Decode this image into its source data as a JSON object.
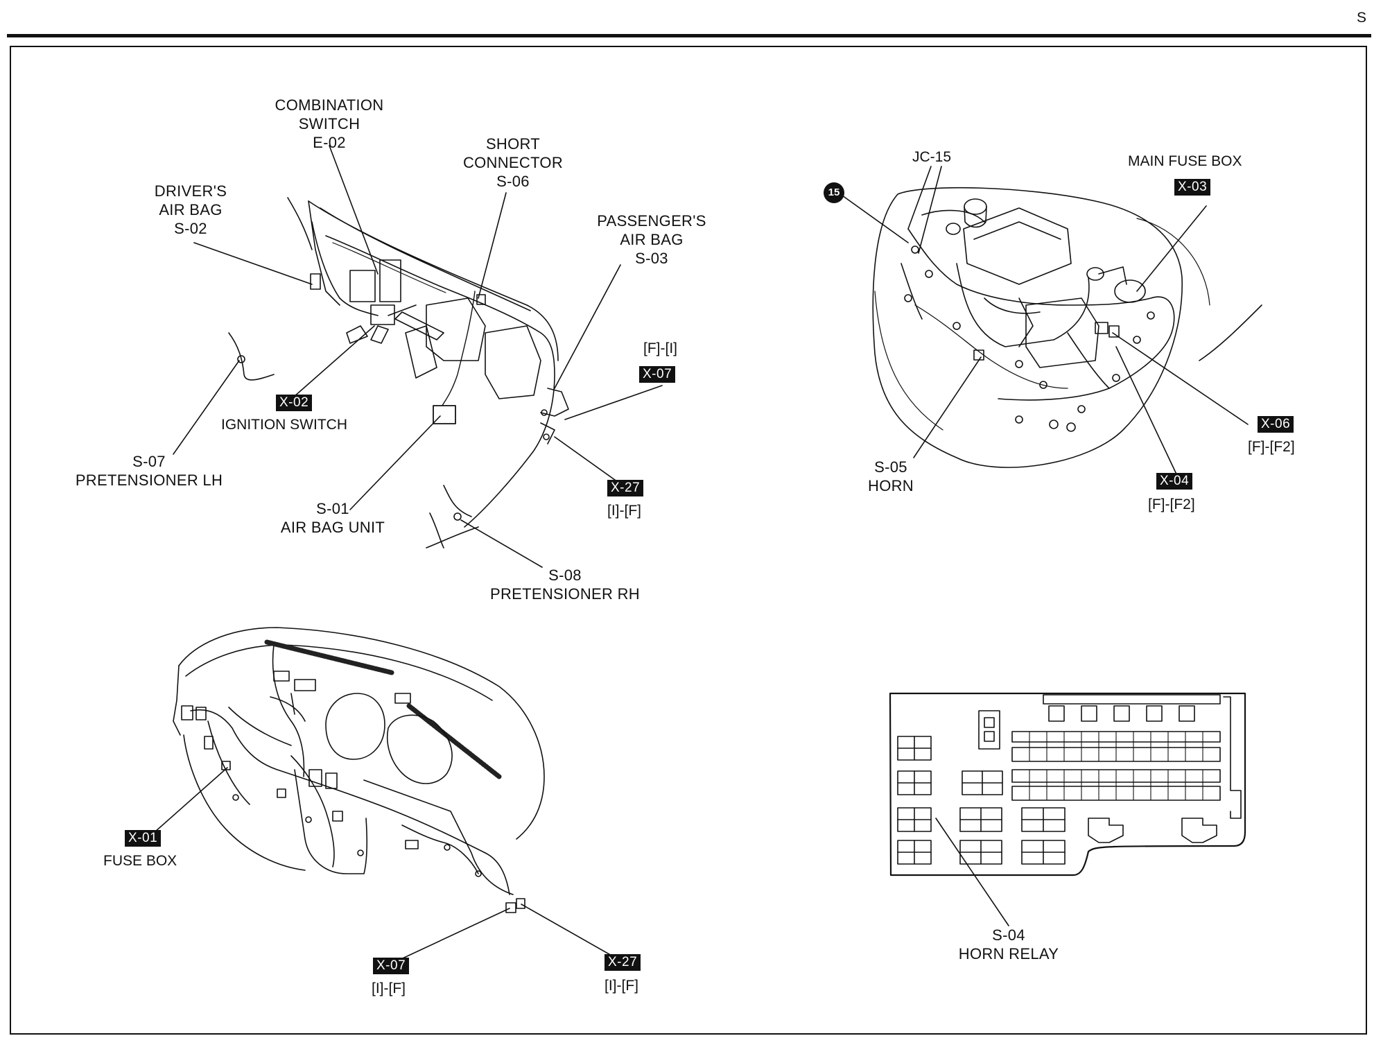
{
  "page": {
    "section_letter": "S"
  },
  "dashboard_labels": {
    "combination_switch": {
      "line1": "COMBINATION",
      "line2": "SWITCH",
      "code": "E-02"
    },
    "short_connector": {
      "line1": "SHORT",
      "line2": "CONNECTOR",
      "code": "S-06"
    },
    "drivers_air_bag": {
      "line1": "DRIVER'S",
      "line2": "AIR BAG",
      "code": "S-02"
    },
    "passengers_air_bag": {
      "line1": "PASSENGER'S",
      "line2": "AIR BAG",
      "code": "S-03"
    },
    "x07_top": {
      "spec": "[F]-[I]",
      "code": "X-07"
    },
    "ignition_switch": {
      "code": "X-02",
      "name": "IGNITION SWITCH"
    },
    "pretensioner_lh": {
      "code": "S-07",
      "name": "PRETENSIONER LH"
    },
    "air_bag_unit": {
      "code": "S-01",
      "name": "AIR BAG UNIT"
    },
    "x27_top": {
      "code": "X-27",
      "spec": "[I]-[F]"
    },
    "pretensioner_rh": {
      "code": "S-08",
      "name": "PRETENSIONER RH"
    }
  },
  "engine_labels": {
    "ground_point": "15",
    "jc15": "JC-15",
    "main_fuse_box": {
      "name": "MAIN FUSE BOX",
      "code": "X-03"
    },
    "x06": {
      "code": "X-06",
      "spec": "[F]-[F2]"
    },
    "horn": {
      "code": "S-05",
      "name": "HORN"
    },
    "x04": {
      "code": "X-04",
      "spec": "[F]-[F2]"
    }
  },
  "lower_dash_labels": {
    "fuse_box": {
      "code": "X-01",
      "name": "FUSE BOX"
    },
    "x07_bottom": {
      "code": "X-07",
      "spec": "[I]-[F]"
    },
    "x27_bottom": {
      "code": "X-27",
      "spec": "[I]-[F]"
    }
  },
  "relay_labels": {
    "horn_relay": {
      "code": "S-04",
      "name": "HORN RELAY"
    }
  }
}
